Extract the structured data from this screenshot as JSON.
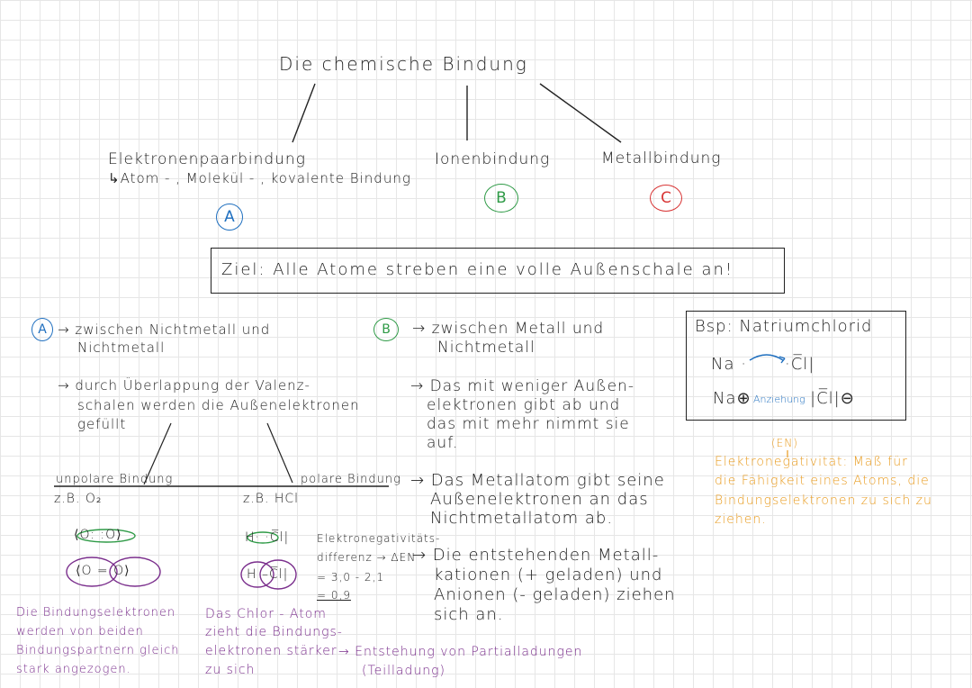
{
  "title": "Die chemische Bindung",
  "branches": {
    "a": {
      "label": "Elektronenpaarbindung",
      "sub": "↳Atom - , Molekül - , kovalente Bindung",
      "marker": "A"
    },
    "b": {
      "label": "Ionenbindung",
      "marker": "B"
    },
    "c": {
      "label": "Metallbindung",
      "marker": "C"
    }
  },
  "goal": "Ziel: Alle Atome streben eine volle Außenschale an!",
  "section_a": {
    "marker": "A",
    "point1_line1": "→ zwischen Nichtmetall und",
    "point1_line2": "Nichtmetall",
    "point2_line1": "→ durch Überlappung der Valenz-",
    "point2_line2": "schalen werden die Außenelektronen",
    "point2_line3": "gefüllt",
    "unpolar": "unpolare Bindung",
    "polar": "polare Bindung",
    "ex1": "z.B. O₂",
    "ex2": "z.B. HCl",
    "o2_struct": "⟨O: :O⟩",
    "o2_struct2": "⟨O = O⟩",
    "hcl_struct": "H· ·C̅l|",
    "hcl_struct2": "H –C̅l|",
    "en_l1": "Elektronegativitäts-",
    "en_l2": "differenz → ΔEN",
    "en_l3": "= 3,0 - 2,1",
    "en_l4": "= 0,9",
    "note1_l1": "Die Bindungselektronen",
    "note1_l2": "werden von beiden",
    "note1_l3": "Bindungspartnern gleich",
    "note1_l4": "stark angezogen.",
    "note2_l1": "Das Chlor - Atom",
    "note2_l2": "zieht die Bindungs-",
    "note2_l3": "elektronen stärker",
    "note2_l4": "zu sich",
    "note3_l1": "→ Entstehung von Partialladungen",
    "note3_l2": "(Teilladung)"
  },
  "section_b": {
    "marker": "B",
    "p1_l1": "→ zwischen Metall und",
    "p1_l2": "Nichtmetall",
    "p2_l1": "→ Das mit weniger Außen-",
    "p2_l2": "elektronen gibt ab und",
    "p2_l3": "das mit mehr nimmt sie",
    "p2_l4": "auf.",
    "p3_l1": "→ Das Metallatom gibt seine",
    "p3_l2": "Außenelektronen an das",
    "p3_l3": "Nichtmetallatom ab.",
    "p4_l1": "→ Die entstehenden Metall-",
    "p4_l2": "kationen (+ geladen) und",
    "p4_l3": "Anionen (- geladen) ziehen",
    "p4_l4": "sich an."
  },
  "example_box": {
    "title": "Bsp: Natriumchlorid",
    "na": "Na ·",
    "cl": "·C̅l|",
    "na_ion": "Na⊕",
    "attraction": "Anziehung",
    "cl_ion": "|C̅l|⊖"
  },
  "en_note": {
    "abbr": "(EN)",
    "l1": "Elektronegativität: Maß für",
    "l2": "die Fähigkeit eines Atoms, die",
    "l3": "Bindungselektronen zu sich zu",
    "l4": "ziehen."
  }
}
